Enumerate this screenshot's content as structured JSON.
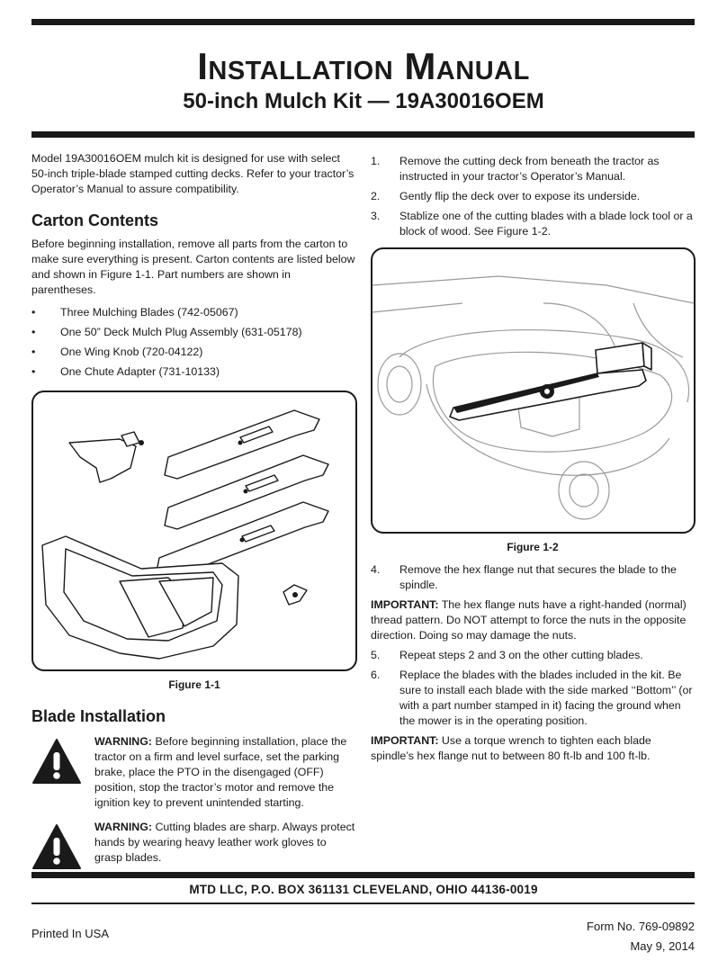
{
  "header": {
    "title": "Installation Manual",
    "subtitle": "50-inch Mulch Kit — 19A30016OEM"
  },
  "intro": "Model 19A30016OEM mulch kit is designed for use with select 50-inch triple-blade stamped cutting decks. Refer to your tractor’s Operator’s Manual to assure compatibility.",
  "carton": {
    "heading": "Carton Contents",
    "text": "Before beginning installation, remove all parts from the carton to make sure everything is present. Carton contents are listed below and shown in Figure 1-1. Part numbers are shown in parentheses.",
    "items": [
      "Three Mulching  Blades (742-05067)",
      "One 50” Deck Mulch Plug Assembly (631-05178)",
      "One Wing Knob (720-04122)",
      "One Chute Adapter (731-10133)"
    ]
  },
  "figure1": {
    "caption": "Figure 1-1"
  },
  "blade": {
    "heading": "Blade Installation",
    "warnings": [
      {
        "lead": "WARNING:",
        "text": " Before beginning installation, place the tractor on a firm and level surface, set the parking brake, place the PTO in the disengaged (OFF) position, stop the tractor’s motor and remove the ignition key to prevent unintended starting."
      },
      {
        "lead": "WARNING:",
        "text": " Cutting blades are sharp. Always protect hands by wearing heavy leather work gloves to grasp blades."
      }
    ]
  },
  "steps_a": [
    {
      "num": "1.",
      "text": "Remove the cutting deck from beneath the tractor as instructed in your tractor’s Operator’s Manual."
    },
    {
      "num": "2.",
      "text": "Gently flip the deck over to expose its underside."
    },
    {
      "num": "3.",
      "text": "Stablize one of the cutting blades with a blade lock tool or a block of wood. See Figure 1-2."
    }
  ],
  "figure2": {
    "caption": "Figure 1-2"
  },
  "steps_b": [
    {
      "num": "4.",
      "text": "Remove the hex flange nut that secures the blade to the spindle."
    }
  ],
  "important1": {
    "lead": "IMPORTANT:",
    "text": " The hex flange nuts have a right-handed (normal) thread pattern. Do NOT attempt to force the nuts in the opposite direction. Doing so may damage the nuts."
  },
  "steps_c": [
    {
      "num": "5.",
      "text": "Repeat steps 2 and 3 on the other cutting blades."
    },
    {
      "num": "6.",
      "text": "Replace the blades with the blades included in the kit. Be sure to install each blade with the side marked ‘‘Bottom’’ (or with a part number stamped in it) facing the ground when the mower is in the operating position."
    }
  ],
  "important2": {
    "lead": "IMPORTANT:",
    "text": " Use a torque wrench to tighten each blade spindle’s hex flange nut to between 80 ft-lb and 100 ft-lb."
  },
  "footer": {
    "address": "MTD LLC, P.O. BOX 361131 CLEVELAND, OHIO 44136-0019",
    "printed": "Printed In USA",
    "form_no": "Form No. 769-09892",
    "date": "May 9, 2014"
  }
}
